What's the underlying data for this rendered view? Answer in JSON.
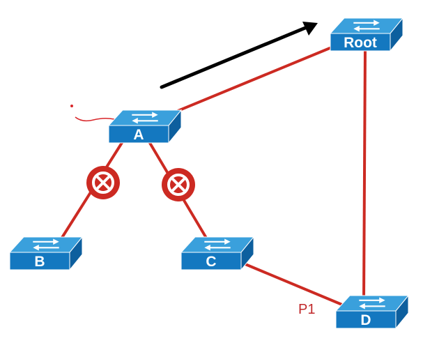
{
  "colors": {
    "link": "#cc2a22",
    "arrow": "#000000",
    "block_fill": "#cc2a22",
    "block_ring": "#ffffff",
    "switch_top": "#3aa0dc",
    "switch_front": "#1478c0",
    "switch_side": "#0d5f9e",
    "switch_arrow": "#ffffff",
    "port_label": "#c0282a",
    "pen_mark": "#d8262a"
  },
  "icons": {
    "switch": "network-switch-icon",
    "blocked": "blocked-port-icon",
    "arrow": "direction-arrow-icon"
  },
  "switches": {
    "root": {
      "label": "Root"
    },
    "a": {
      "label": "A"
    },
    "b": {
      "label": "B"
    },
    "c": {
      "label": "C"
    },
    "d": {
      "label": "D"
    }
  },
  "port_labels": {
    "p1": "P1"
  }
}
